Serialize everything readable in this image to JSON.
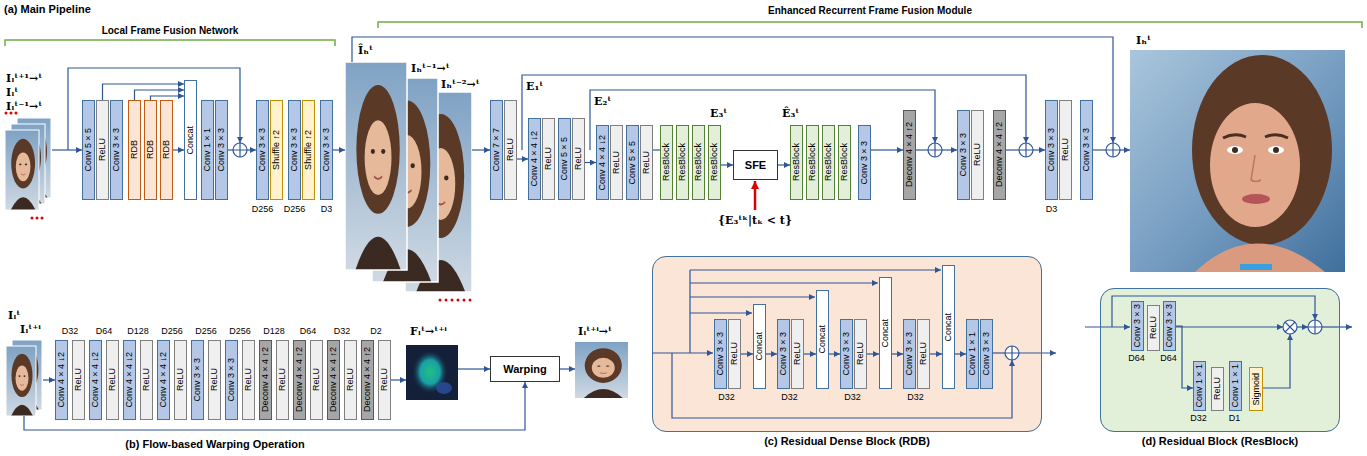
{
  "diagram": {
    "nodes": [
      {
        "text": [
          "Conv 5×5"
        ]
      },
      {
        "text": [
          "ReLU"
        ]
      },
      {
        "text": [
          "Conv 3×3"
        ]
      },
      {
        "text": [
          "RDB"
        ]
      },
      {
        "text": [
          "RDB"
        ]
      },
      {
        "text": [
          "RDB"
        ]
      },
      {
        "text": [
          "Concat"
        ]
      },
      {
        "text": [
          "Conv 1×1"
        ]
      },
      {
        "text": [
          "Conv 3×3"
        ]
      },
      {
        "text": [
          "Conv 3×3"
        ]
      },
      {
        "text": [
          "Shuffle ↑2"
        ]
      },
      {
        "text": [
          "Conv 3×3"
        ]
      },
      {
        "text": [
          "Shuffle ↑2"
        ]
      },
      {
        "text": [
          "Conv 3×3"
        ]
      },
      {
        "text": [
          "Conv 7×7"
        ]
      },
      {
        "text": [
          "ReLU"
        ]
      },
      {
        "text": [
          "Conv 4×4 ↓2"
        ]
      },
      {
        "text": [
          "ReLU"
        ]
      },
      {
        "text": [
          "Conv 5×5"
        ]
      },
      {
        "text": [
          "ReLU"
        ]
      },
      {
        "text": [
          "Conv 4×4 ↓2"
        ]
      },
      {
        "text": [
          "ReLU"
        ]
      },
      {
        "text": [
          "Conv 5×5"
        ]
      },
      {
        "text": [
          "ReLU"
        ]
      },
      {
        "text": [
          "ResBlock"
        ]
      },
      {
        "text": [
          "ResBlock"
        ]
      },
      {
        "text": [
          "ResBlock"
        ]
      },
      {
        "text": [
          "ResBlock"
        ]
      },
      {
        "text": [
          "SFE"
        ]
      },
      {
        "text": [
          "ResBlock"
        ]
      },
      {
        "text": [
          "ResBlock"
        ]
      },
      {
        "text": [
          "ResBlock"
        ]
      },
      {
        "text": [
          "ResBlock"
        ]
      },
      {
        "text": [
          "Conv 3×3"
        ]
      },
      {
        "text": [
          "Deconv 4×4 ↑2"
        ]
      },
      {
        "text": [
          "Conv 3×3"
        ]
      },
      {
        "text": [
          "ReLU"
        ]
      },
      {
        "text": [
          "Deconv 4×4 ↑2"
        ]
      },
      {
        "text": [
          "Conv 3×3"
        ]
      },
      {
        "text": [
          "ReLU"
        ]
      },
      {
        "text": [
          "Conv 3×3"
        ]
      },
      {
        "text": [
          "Conv 4×4 ↓2"
        ]
      },
      {
        "text": [
          "ReLU"
        ]
      },
      {
        "text": [
          "Conv 4×4 ↓2"
        ]
      },
      {
        "text": [
          "ReLU"
        ]
      },
      {
        "text": [
          "Conv 4×4 ↓2"
        ]
      },
      {
        "text": [
          "ReLU"
        ]
      },
      {
        "text": [
          "Conv 4×4 ↓2"
        ]
      },
      {
        "text": [
          "ReLU"
        ]
      },
      {
        "text": [
          "Conv 3×3"
        ]
      },
      {
        "text": [
          "ReLU"
        ]
      },
      {
        "text": [
          "Conv 3×3"
        ]
      },
      {
        "text": [
          "ReLU"
        ]
      },
      {
        "text": [
          "Deconv 4×4 ↑2"
        ]
      },
      {
        "text": [
          "ReLU"
        ]
      },
      {
        "text": [
          "Deconv 4×4 ↑2"
        ]
      },
      {
        "text": [
          "ReLU"
        ]
      },
      {
        "text": [
          "Deconv 4×4 ↑2"
        ]
      },
      {
        "text": [
          "ReLU"
        ]
      },
      {
        "text": [
          "Deconv 4×4 ↑2"
        ]
      },
      {
        "text": [
          "ReLU"
        ]
      },
      {
        "text": [
          "Warping"
        ]
      },
      {
        "text": [
          "(c) Residual Dense Block (RDB)"
        ]
      },
      {
        "text": [
          "Conv 3×3"
        ],
        "in": 62
      },
      {
        "text": [
          "ReLU"
        ],
        "in": 62
      },
      {
        "text": [
          "Concat"
        ],
        "in": 62
      },
      {
        "text": [
          "Conv 3×3"
        ],
        "in": 62
      },
      {
        "text": [
          "ReLU"
        ],
        "in": 62
      },
      {
        "text": [
          "Concat"
        ],
        "in": 62
      },
      {
        "text": [
          "Conv 3×3"
        ],
        "in": 62
      },
      {
        "text": [
          "ReLU"
        ],
        "in": 62
      },
      {
        "text": [
          "Concat"
        ],
        "in": 62
      },
      {
        "text": [
          "Conv 3×3"
        ],
        "in": 62
      },
      {
        "text": [
          "ReLU"
        ],
        "in": 62
      },
      {
        "text": [
          "Concat"
        ],
        "in": 62
      },
      {
        "text": [
          "Conv 1×1"
        ],
        "in": 62
      },
      {
        "text": [
          "Conv 3×3"
        ],
        "in": 62
      },
      {
        "text": [
          "(d) Residual Block (ResBlock)"
        ]
      },
      {
        "text": [
          "Conv 3×3"
        ],
        "in": 77
      },
      {
        "text": [
          "ReLU"
        ],
        "in": 77
      },
      {
        "text": [
          "Conv 3×3"
        ],
        "in": 77
      },
      {
        "text": [
          "Conv 1×1"
        ],
        "in": 77
      },
      {
        "text": [
          "ReLU"
        ],
        "in": 77
      },
      {
        "text": [
          "Conv 1×1"
        ],
        "in": 77
      },
      {
        "text": [
          "Sigmoid"
        ],
        "in": 77
      }
    ],
    "edges": [
      {
        "from": 1,
        "to": 6,
        "arrow": "to"
      },
      {
        "from": 3,
        "to": 6,
        "arrow": "to"
      },
      {
        "from": 4,
        "to": 6,
        "arrow": "to"
      },
      {
        "from": 5,
        "to": 6,
        "arrow": "to"
      },
      {
        "from": 15,
        "to": 16,
        "arrow": "to"
      },
      {
        "from": 19,
        "to": 20,
        "arrow": "to"
      },
      {
        "from": 27,
        "to": 28,
        "arrow": "to"
      },
      {
        "from": 28,
        "to": 29,
        "arrow": "to"
      },
      {
        "from": 64,
        "to": 65,
        "arrow": "to"
      },
      {
        "from": 65,
        "to": 66,
        "arrow": "to"
      },
      {
        "from": 67,
        "to": 68,
        "arrow": "to"
      },
      {
        "from": 68,
        "to": 69,
        "arrow": "to"
      },
      {
        "from": 70,
        "to": 71,
        "arrow": "to"
      },
      {
        "from": 71,
        "to": 72,
        "arrow": "to"
      },
      {
        "from": 73,
        "to": 74,
        "arrow": "to"
      },
      {
        "from": 74,
        "to": 75,
        "arrow": "to"
      },
      {
        "from": 80,
        "to": 81,
        "arrow": "to"
      }
    ],
    "labels": [
      "(a) Main Pipeline",
      "Local Frame Fusion Network",
      "Enhanced Recurrent Frame Fusion Module",
      "Iₗᵗ⁺¹→ᵗ",
      "Iₗᵗ",
      "Iₗᵗ⁻¹→ᵗ",
      "D256",
      "D256",
      "D3",
      "Îₕᵗ",
      "Iₕᵗ⁻¹→ᵗ",
      "Iₕᵗ⁻²→ᵗ",
      "E₁ᵗ",
      "E₂ᵗ",
      "E₃ᵗ",
      "Ê₃ᵗ",
      "{E₃ᵗᵏ|tₖ < t}",
      "D3",
      "Iₕᵗ",
      "Iₗᵗ",
      "Iₗᵗ⁺ⁱ",
      "D32",
      "D64",
      "D128",
      "D256",
      "D256",
      "D256",
      "D128",
      "D64",
      "D32",
      "D2",
      "Fₗᵗ→ᵗ⁺ⁱ",
      "Iₗᵗ⁺ⁱ→ᵗ",
      "(b) Flow-based Warping Operation",
      "D32",
      "D32",
      "D32",
      "D32",
      "D64",
      "D64",
      "D32",
      "D1"
    ]
  }
}
